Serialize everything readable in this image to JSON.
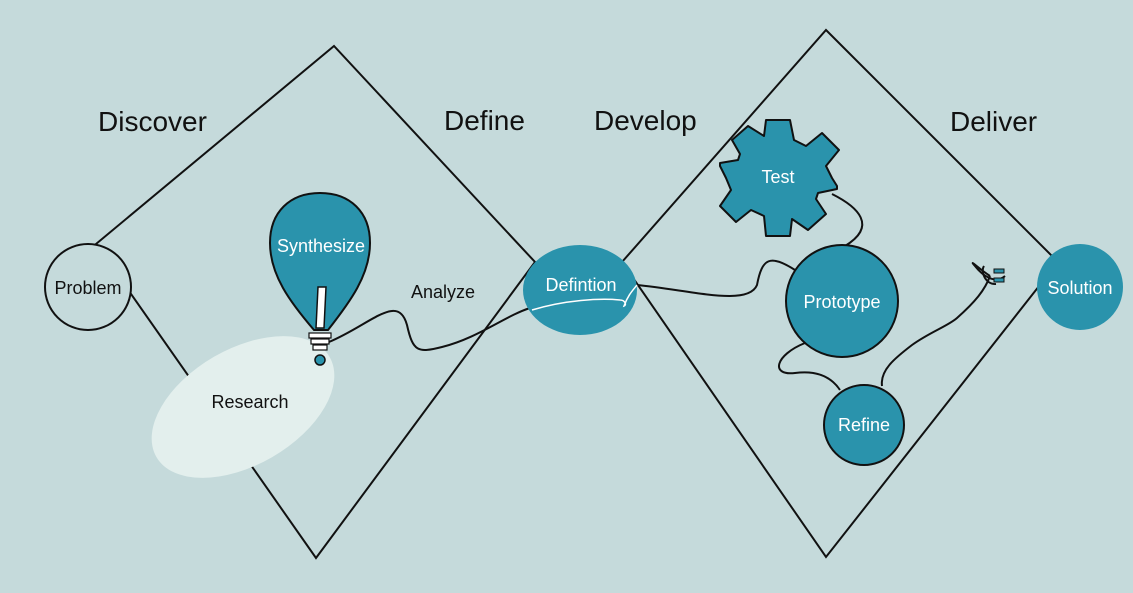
{
  "phases": {
    "discover": "Discover",
    "define": "Define",
    "develop": "Develop",
    "deliver": "Deliver"
  },
  "nodes": {
    "problem": "Problem",
    "synthesize": "Synthesize",
    "research": "Research",
    "analyze": "Analyze",
    "definition": "Defintion",
    "test": "Test",
    "prototype": "Prototype",
    "refine": "Refine",
    "solution": "Solution"
  },
  "icons": {
    "balloon": "hot-air-balloon-icon",
    "gear": "gear-icon",
    "plug": "plug-icon"
  },
  "colors": {
    "background": "#c5dadb",
    "teal": "#2a93ac",
    "research_fill": "#e3efed",
    "stroke": "#111111"
  }
}
